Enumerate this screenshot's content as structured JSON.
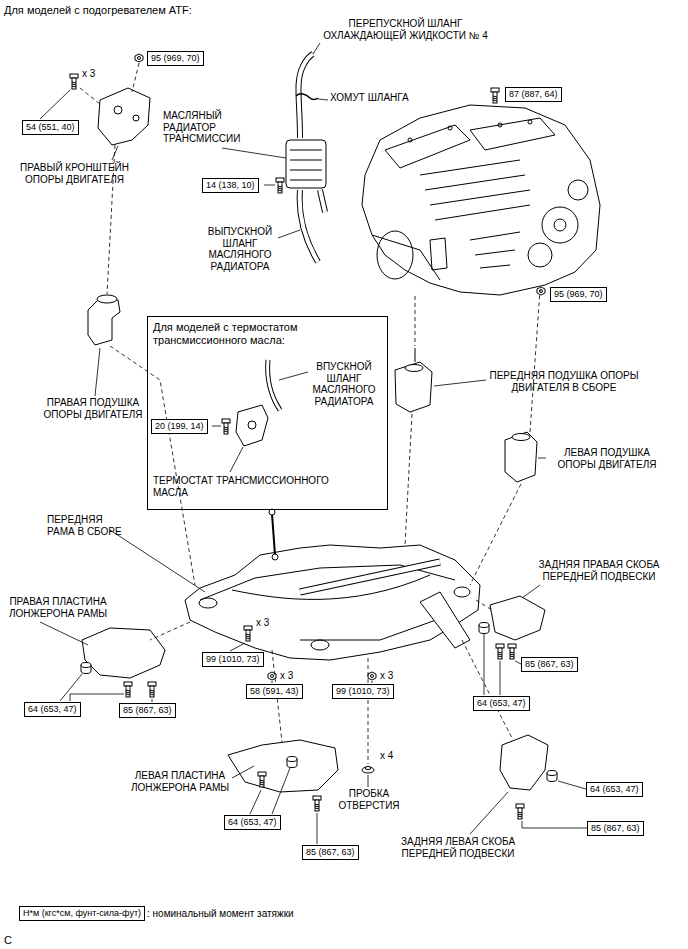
{
  "diagram": {
    "title": "Для моделей с подогревателем ATF:",
    "nodes": [
      {
        "text": [
          "95 (969, 70)"
        ]
      },
      {
        "text": [
          "54 (551, 40)"
        ]
      },
      {
        "text": [
          "87 (887, 64)"
        ]
      },
      {
        "text": [
          "14 (138, 10)"
        ]
      },
      {
        "text": [
          "95 (969, 70)"
        ]
      },
      {
        "text": [
          "Для моделей с термостатом трансмиссионного масла:",
          "ВПУСКНОЙ ШЛАНГ МАСЛЯНОГО РАДИАТОРА",
          "ТЕРМОСТАТ ТРАНСМИССИОННОГО МАСЛА"
        ]
      },
      {
        "text": [
          "20 (199, 14)"
        ],
        "in": 5
      },
      {
        "text": [
          "99 (1010, 73)"
        ]
      },
      {
        "text": [
          "85 (867, 63)"
        ]
      },
      {
        "text": [
          "58 (591, 43)"
        ]
      },
      {
        "text": [
          "99 (1010, 73)"
        ]
      },
      {
        "text": [
          "64 (653, 47)"
        ]
      },
      {
        "text": [
          "64 (653, 47)"
        ]
      },
      {
        "text": [
          "85 (867, 63)"
        ]
      },
      {
        "text": [
          "64 (653, 47)"
        ]
      },
      {
        "text": [
          "64 (653, 47)"
        ]
      },
      {
        "text": [
          "85 (867, 63)"
        ]
      },
      {
        "text": [
          "85 (867, 63)"
        ]
      },
      {
        "text": [
          "Н*м (кгс*см, фунт-сила-фут)"
        ]
      }
    ],
    "labels": [
      "ПЕРЕПУСКНОЙ ШЛАНГ ОХЛАЖДАЮЩЕЙ ЖИДКОСТИ № 4",
      "x 3",
      "ХОМУТ ШЛАНГА",
      "МАСЛЯНЫЙ РАДИАТОР ТРАНСМИССИИ",
      "ПРАВЫЙ КРОНШТЕЙН ОПОРЫ ДВИГАТЕЛЯ",
      "ВЫПУСКНОЙ ШЛАНГ МАСЛЯНОГО РАДИАТОРА",
      "ПЕРЕДНЯЯ ПОДУШКА ОПОРЫ ДВИГАТЕЛЯ В СБОРЕ",
      "ПРАВАЯ ПОДУШКА ОПОРЫ ДВИГАТЕЛЯ",
      "ЛЕВАЯ ПОДУШКА ОПОРЫ ДВИГАТЕЛЯ",
      "ПЕРЕДНЯЯ РАМА В СБОРЕ",
      "ЗАДНЯЯ ПРАВАЯ СКОБА ПЕРЕДНЕЙ ПОДВЕСКИ",
      "ПРАВАЯ ПЛАСТИНА ЛОНЖЕРОНА РАМЫ",
      "x 3",
      "x 3",
      "x 3",
      "x 4",
      "ЛЕВАЯ ПЛАСТИНА ЛОНЖЕРОНА РАМЫ",
      "ПРОБКА ОТВЕРСТИЯ",
      "ЗАДНЯЯ ЛЕВАЯ СКОБА ПЕРЕДНЕЙ ПОДВЕСКИ",
      ": номинальный момент затяжки",
      "C"
    ]
  }
}
